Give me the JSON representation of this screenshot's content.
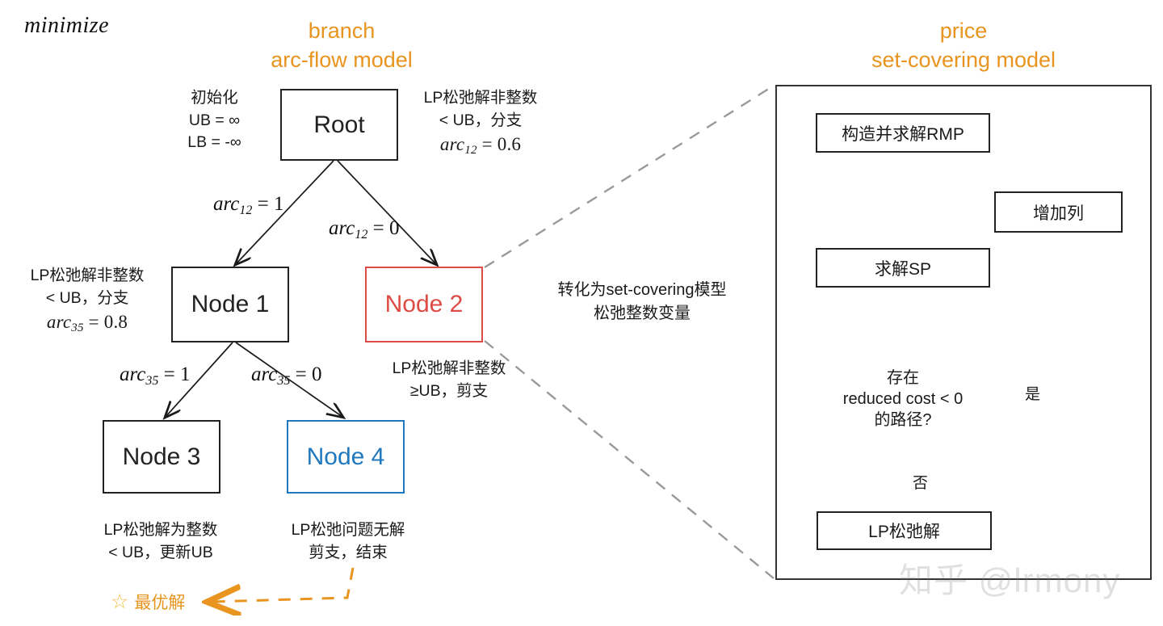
{
  "labels": {
    "minimize": "minimize"
  },
  "left_panel": {
    "title_line1": "branch",
    "title_line2": "arc-flow model",
    "accent_color": "#E8941F",
    "nodes": [
      {
        "id": "root",
        "label": "Root",
        "color": "#222222"
      },
      {
        "id": "node1",
        "label": "Node 1",
        "color": "#222222"
      },
      {
        "id": "node2",
        "label": "Node 2",
        "color": "#DD4B44"
      },
      {
        "id": "node3",
        "label": "Node 3",
        "color": "#222222"
      },
      {
        "id": "node4",
        "label": "Node 4",
        "color": "#2078BE"
      }
    ],
    "annotations": {
      "root_left": {
        "line1": "初始化",
        "line2": "UB = ∞",
        "line3": "LB = -∞"
      },
      "root_right": {
        "line1": "LP松弛解非整数",
        "line2": "< UB，分支",
        "math_var": "arc",
        "math_sub": "12",
        "math_val": "= 0.6"
      },
      "node1_left": {
        "line1": "LP松弛解非整数",
        "line2": "< UB，分支",
        "math_var": "arc",
        "math_sub": "35",
        "math_val": "= 0.8"
      },
      "node2_below": {
        "line1": "LP松弛解非整数",
        "line2": "≥UB，剪支"
      },
      "node3_below": {
        "line1": "LP松弛解为整数",
        "line2": "< UB，更新UB"
      },
      "node4_below": {
        "line1": "LP松弛问题无解",
        "line2": "剪支，结束"
      }
    },
    "edge_labels": [
      {
        "id": "root-left",
        "var": "arc",
        "sub": "12",
        "val": "= 1"
      },
      {
        "id": "root-right",
        "var": "arc",
        "sub": "12",
        "val": "= 0"
      },
      {
        "id": "n1-left",
        "var": "arc",
        "sub": "35",
        "val": "= 1"
      },
      {
        "id": "n1-right",
        "var": "arc",
        "sub": "35",
        "val": "= 0"
      }
    ],
    "optimal": {
      "star_icon": "star-icon",
      "label": "最优解"
    }
  },
  "middle_note": {
    "line1": "转化为set-covering模型",
    "line2": "松弛整数变量"
  },
  "right_panel": {
    "title_line1": "price",
    "title_line2": "set-covering model",
    "accent_color": "#E8941F",
    "boxes": [
      {
        "id": "rmp",
        "label": "构造并求解RMP"
      },
      {
        "id": "add-column",
        "label": "增加列"
      },
      {
        "id": "solve-sp",
        "label": "求解SP"
      },
      {
        "id": "lp-relax",
        "label": "LP松弛解"
      }
    ],
    "decision": {
      "line1": "存在",
      "line2": "reduced cost < 0",
      "line3": "的路径?"
    },
    "branch_yes": "是",
    "branch_no": "否"
  },
  "watermark": {
    "text": "知乎 @lrmony"
  }
}
